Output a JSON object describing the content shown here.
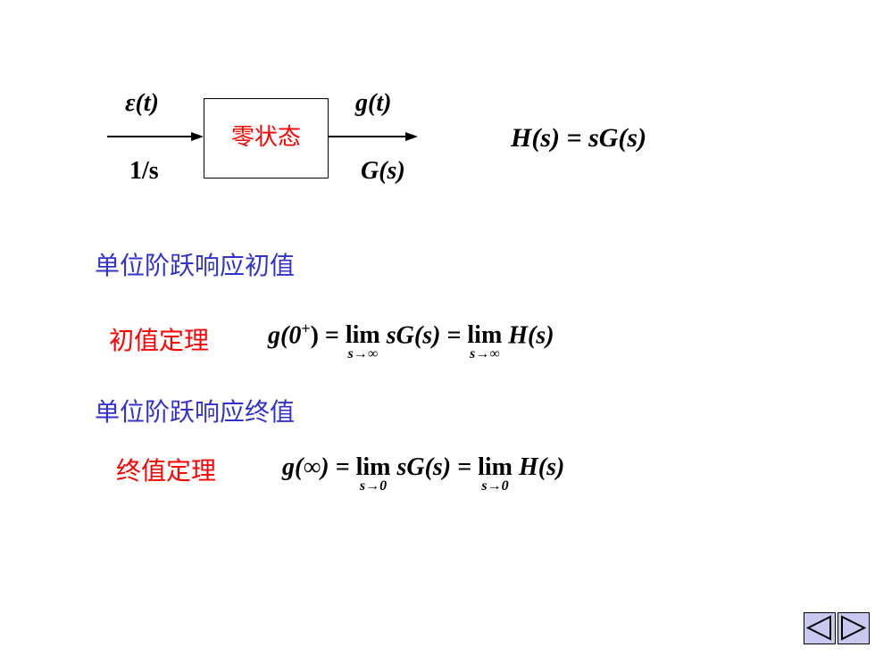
{
  "diagram": {
    "input_top": "ε(t)",
    "input_bottom": "1/s",
    "box_label": "零状态",
    "output_top": "g(t)",
    "output_bottom": "G(s)",
    "relation": "H(s) = sG(s)"
  },
  "section_initial": {
    "heading": "单位阶跃响应初值",
    "theorem_name": "初值定理",
    "lhs": "g(0",
    "lhs_sup": "+",
    "lhs_tail": ") =",
    "lim1": "lim",
    "lim1_sub": "s→∞",
    "mid": "sG(s) =",
    "lim2": "lim",
    "lim2_sub": "s→∞",
    "rhs": "H(s)"
  },
  "section_final": {
    "heading": "单位阶跃响应终值",
    "theorem_name": "终值定理",
    "lhs": "g(∞) =",
    "lim1": "lim",
    "lim1_sub": "s→0",
    "mid": "sG(s) =",
    "lim2": "lim",
    "lim2_sub": "s→0",
    "rhs": "H(s)"
  },
  "nav": {
    "prev_icon": "triangle-left-icon",
    "next_icon": "triangle-right-icon",
    "color": "#c8c8f0"
  }
}
